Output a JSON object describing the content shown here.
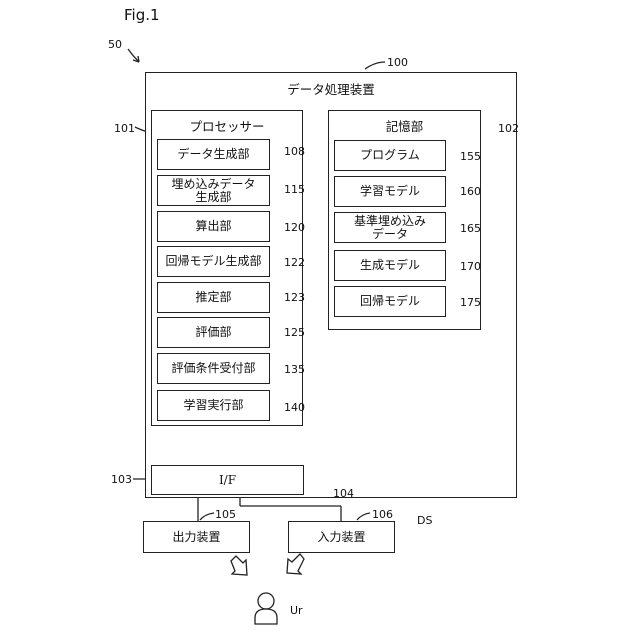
{
  "figure_label": "Fig.1",
  "system_ref": "50",
  "device": {
    "ref": "100",
    "title": "データ処理装置"
  },
  "processor": {
    "ref": "101",
    "title": "プロセッサー",
    "items": [
      {
        "label": "データ生成部",
        "ref": "108"
      },
      {
        "label": "埋め込みデータ\n生成部",
        "ref": "115"
      },
      {
        "label": "算出部",
        "ref": "120"
      },
      {
        "label": "回帰モデル生成部",
        "ref": "122"
      },
      {
        "label": "推定部",
        "ref": "123"
      },
      {
        "label": "評価部",
        "ref": "125"
      },
      {
        "label": "評価条件受付部",
        "ref": "135"
      },
      {
        "label": "学習実行部",
        "ref": "140"
      }
    ]
  },
  "storage": {
    "ref": "102",
    "title": "記憶部",
    "items": [
      {
        "label": "プログラム",
        "ref": "155"
      },
      {
        "label": "学習モデル",
        "ref": "160"
      },
      {
        "label": "基準埋め込み\nデータ",
        "ref": "165"
      },
      {
        "label": "生成モデル",
        "ref": "170"
      },
      {
        "label": "回帰モデル",
        "ref": "175"
      }
    ]
  },
  "interface": {
    "ref": "103",
    "label": "I/F"
  },
  "bus_ref": "104",
  "output_device": {
    "ref": "105",
    "label": "出力装置"
  },
  "input_device": {
    "ref": "106",
    "label": "入力装置"
  },
  "ds_label": "DS",
  "user_label": "Ur"
}
